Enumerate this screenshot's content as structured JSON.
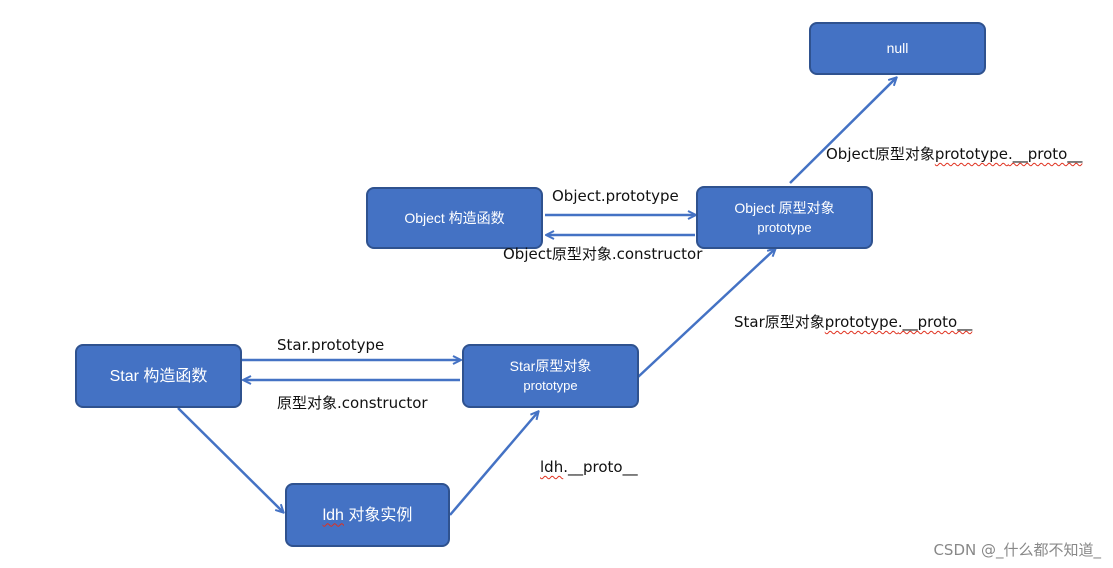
{
  "nodes": {
    "null": {
      "title": "null"
    },
    "object_ctor": {
      "title": "Object 构造函数"
    },
    "object_proto": {
      "title": "Object 原型对象",
      "sub": "prototype"
    },
    "star_ctor": {
      "title": "Star 构造函数"
    },
    "star_proto": {
      "title": "Star原型对象",
      "sub": "prototype"
    },
    "ldh": {
      "prefix": "ldh",
      "rest": " 对象实例"
    }
  },
  "labels": {
    "object_prototype": "Object.prototype",
    "object_constructor": "Object原型对象.constructor",
    "object_proto_chain_a": "Object原型对象",
    "object_proto_chain_b": "prototype",
    "object_proto_chain_c": ".__proto__",
    "star_proto_chain_a": "Star原型对象",
    "star_proto_chain_b": "prototype",
    "star_proto_chain_c": ".__proto__",
    "star_prototype": "Star.prototype",
    "star_constructor": "原型对象.constructor",
    "ldh_proto_a": "ldh",
    "ldh_proto_b": ".__proto__"
  },
  "watermark": "CSDN @_什么都不知道_",
  "colors": {
    "node_fill": "#4472c4",
    "node_border": "#2f528f",
    "arrow": "#4472c4",
    "spell_underline": "#e0301e"
  }
}
